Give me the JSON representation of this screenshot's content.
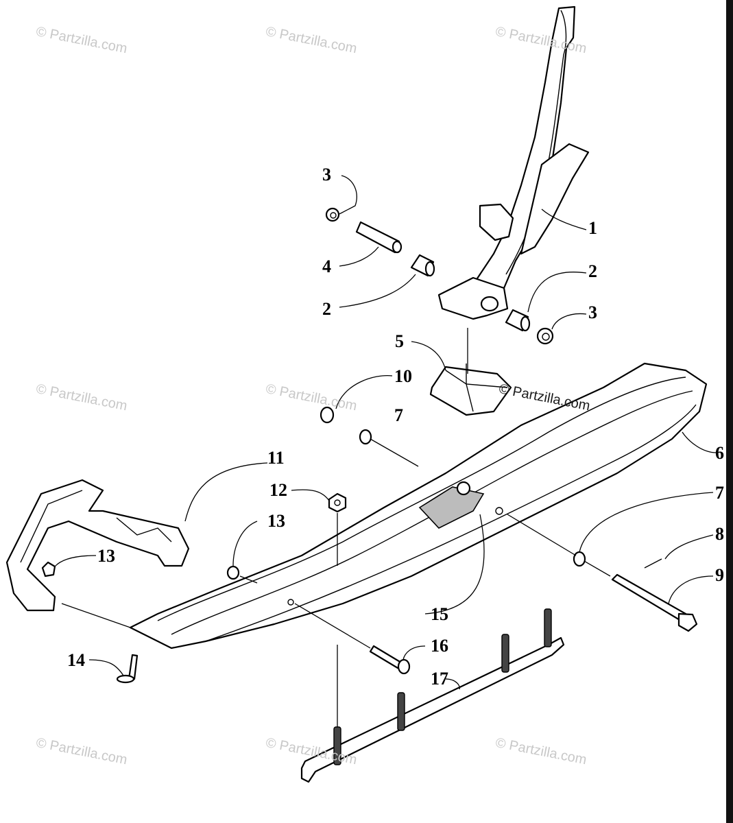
{
  "diagram": {
    "callouts": [
      {
        "id": "c1",
        "label": "1"
      },
      {
        "id": "c2a",
        "label": "2"
      },
      {
        "id": "c2b",
        "label": "2"
      },
      {
        "id": "c3a",
        "label": "3"
      },
      {
        "id": "c3b",
        "label": "3"
      },
      {
        "id": "c4",
        "label": "4"
      },
      {
        "id": "c5",
        "label": "5"
      },
      {
        "id": "c6",
        "label": "6"
      },
      {
        "id": "c7a",
        "label": "7"
      },
      {
        "id": "c7b",
        "label": "7"
      },
      {
        "id": "c8",
        "label": "8"
      },
      {
        "id": "c9",
        "label": "9"
      },
      {
        "id": "c10",
        "label": "10"
      },
      {
        "id": "c11",
        "label": "11"
      },
      {
        "id": "c12",
        "label": "12"
      },
      {
        "id": "c13a",
        "label": "13"
      },
      {
        "id": "c13b",
        "label": "13"
      },
      {
        "id": "c14",
        "label": "14"
      },
      {
        "id": "c15",
        "label": "15"
      },
      {
        "id": "c16",
        "label": "16"
      },
      {
        "id": "c17",
        "label": "17"
      }
    ],
    "watermark": "© Partzilla.com"
  }
}
